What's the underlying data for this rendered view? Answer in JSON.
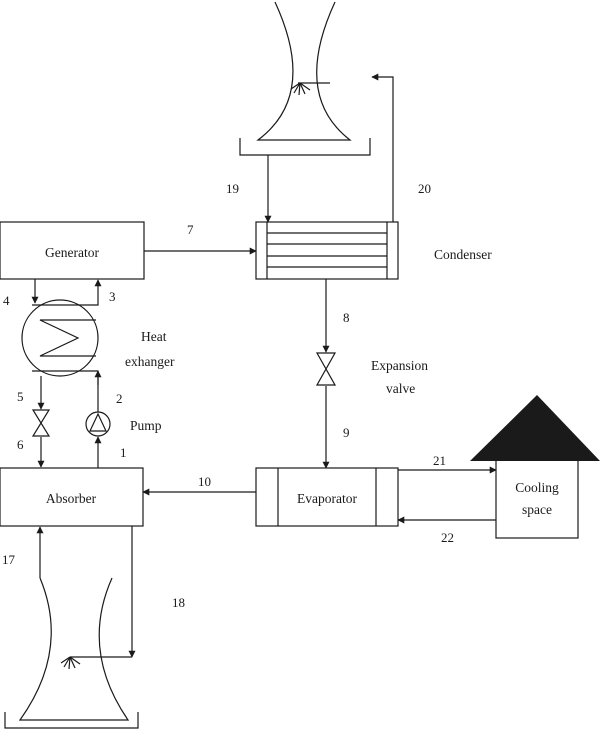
{
  "components": {
    "generator": "Generator",
    "condenser": "Condenser",
    "heat_exchanger_line1": "Heat",
    "heat_exchanger_line2": "exhanger",
    "pump": "Pump",
    "expansion_valve_line1": "Expansion",
    "expansion_valve_line2": "valve",
    "absorber": "Absorber",
    "evaporator": "Evaporator",
    "cooling_space_line1": "Cooling",
    "cooling_space_line2": "space"
  },
  "streams": {
    "s1": "1",
    "s2": "2",
    "s3": "3",
    "s4": "4",
    "s5": "5",
    "s6": "6",
    "s7": "7",
    "s8": "8",
    "s9": "9",
    "s10": "10",
    "s17": "17",
    "s18": "18",
    "s19": "19",
    "s20": "20",
    "s21": "21",
    "s22": "22"
  },
  "colors": {
    "line": "#1a1a1a",
    "roof": "#1a1a1a",
    "background": "#ffffff"
  }
}
